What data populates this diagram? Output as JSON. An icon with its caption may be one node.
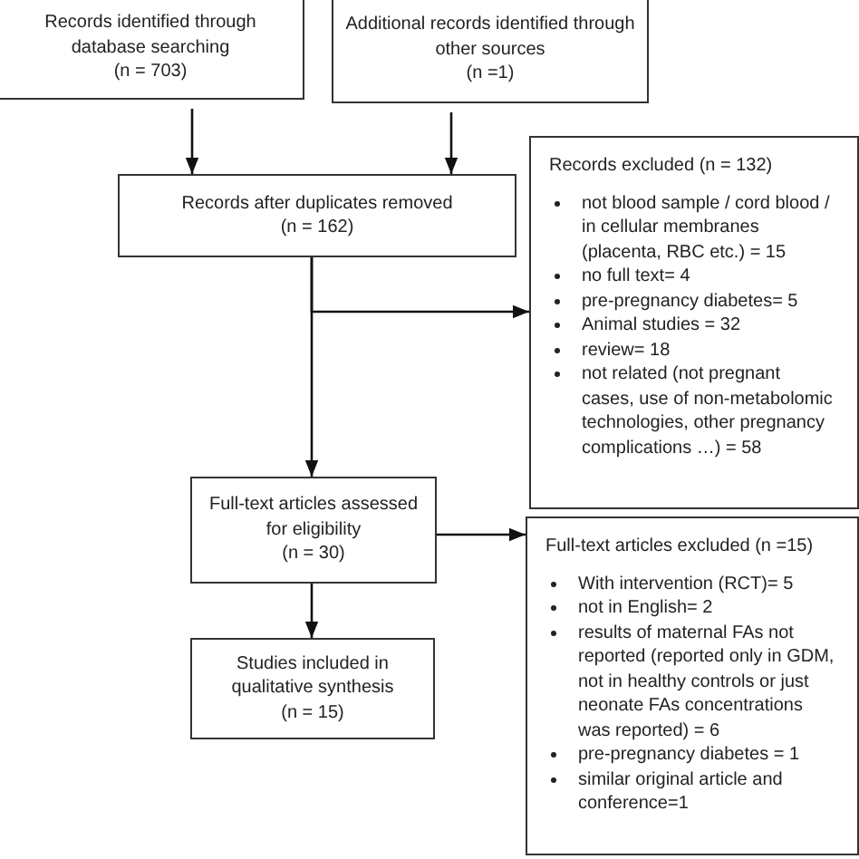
{
  "diagram": {
    "nodes": [
      {
        "text": [
          "Records identified through database searching",
          "(n = 703)"
        ]
      },
      {
        "text": [
          "Additional records identified through other sources",
          "(n =1)"
        ]
      },
      {
        "text": [
          "Records after duplicates removed",
          "(n = 162)"
        ]
      },
      {
        "text": [
          "Records excluded (n = 132)",
          "not blood sample / cord blood / in cellular membranes (placenta, RBC etc.) = 15",
          "no full text= 4",
          "pre-pregnancy diabetes= 5",
          "Animal studies = 32",
          "review= 18",
          "not related (not pregnant cases, use of non-metabolomic technologies, other pregnancy complications …) = 58"
        ]
      },
      {
        "text": [
          "Full-text articles assessed for eligibility",
          "(n = 30)"
        ]
      },
      {
        "text": [
          "Studies included in qualitative synthesis",
          "(n = 15)"
        ]
      },
      {
        "text": [
          "Full-text articles excluded (n =15)",
          "With intervention (RCT)= 5",
          "not in English= 2",
          "results of maternal FAs not reported (reported only in GDM, not in healthy controls or just neonate FAs concentrations was reported) = 6",
          "pre-pregnancy diabetes = 1",
          "similar original article and conference=1"
        ]
      }
    ],
    "edges": [
      {
        "from": 0,
        "to": 2,
        "arrow": "to"
      },
      {
        "from": 1,
        "to": 2,
        "arrow": "to"
      },
      {
        "from": 2,
        "to": 3,
        "arrow": "to"
      },
      {
        "from": 2,
        "to": 4,
        "arrow": "to"
      },
      {
        "from": 4,
        "to": 6,
        "arrow": "to"
      },
      {
        "from": 4,
        "to": 5,
        "arrow": "to"
      }
    ]
  }
}
